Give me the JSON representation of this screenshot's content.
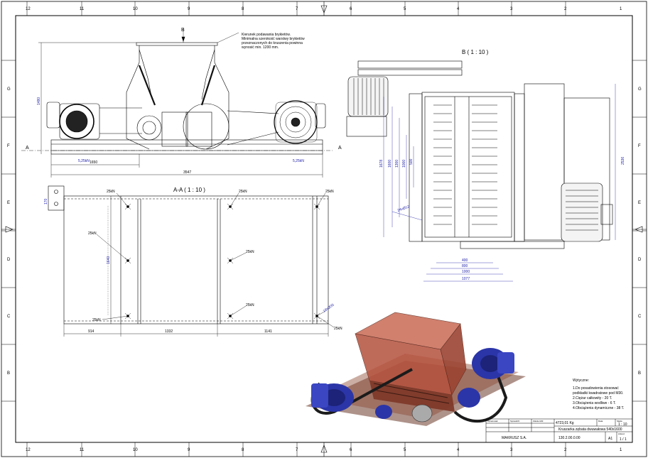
{
  "zones_top": [
    "12",
    "11",
    "10",
    "9",
    "8",
    "7",
    "6",
    "5",
    "4",
    "3",
    "2",
    "1"
  ],
  "zones_bottom": [
    "12",
    "11",
    "10",
    "9",
    "8",
    "7",
    "6",
    "5",
    "4",
    "3",
    "2",
    "1"
  ],
  "zones_left": [
    "G",
    "F",
    "E",
    "D",
    "C",
    "B"
  ],
  "zones_right": [
    "G",
    "F",
    "E",
    "D",
    "C",
    "B"
  ],
  "side_view": {
    "section_mark_b": "B",
    "section_a_left": "A",
    "section_a_right": "A",
    "dim_height": "1480",
    "dim_1650": "1650",
    "dim_3547": "3547",
    "dim_525_left": "5,25kN",
    "dim_525_right": "5,25kN",
    "note_lines": [
      "Kierunek podawania brykietów.",
      "Minimalna szerokość warstwy brykietów",
      "przeznaczonych do kruszenia powinna",
      "wynosić min. 1200 mm."
    ]
  },
  "view_aa": {
    "title": "A-A ( 1 : 10 )",
    "dim_left_small": "170",
    "dim_vertical": "1640",
    "load_labels": [
      "25kN",
      "25kN",
      "25kN",
      "25kN",
      "25kN",
      "25kN",
      "25kN",
      "25kN"
    ],
    "dim_914": "914",
    "dim_1332": "1332",
    "dim_1141": "1141",
    "dim_holes": "18xØ35"
  },
  "view_b": {
    "title": "B ( 1 : 10 )",
    "dim_left_outer": "1678",
    "dim_inner": [
      "1600",
      "1300",
      "1000",
      "500"
    ],
    "dim_right": "2536",
    "dim_hole": "24xØ12",
    "dim_bottom": [
      "400",
      "800",
      "1000",
      "1077"
    ]
  },
  "requirements": {
    "heading": "Wytyczne:",
    "lines": [
      "1.Do posadowienia stosować",
      "podkładki kwadratowe pod M30.",
      "2.Ciężar całkowity - 20 T.",
      "3.Obciążenia wodliwe - 6 T.",
      "4.Obciążenia dynamiczne - 38 T."
    ]
  },
  "title_block": {
    "mass": "4723,01 Kg",
    "company": "MAKRUSZ S.A.",
    "title": "Kruszarka zębata dwuwałowa 540x1600",
    "drawing_number": "130.2.00.0.00",
    "scale_label": "1 : 10",
    "sheet_size": "A1",
    "sheet": "1 / 1",
    "small_cells": [
      "Opracował",
      "Sprawdził",
      "Zatwierdził",
      "Data",
      "Skala",
      "Arkusz"
    ]
  },
  "colors": {
    "line": "#000000",
    "dimension_blue": "#1a1aa8",
    "hopper_red": "#b5523e",
    "motor_blue": "#2b35a8",
    "frame_dark": "#3a3a3a"
  }
}
